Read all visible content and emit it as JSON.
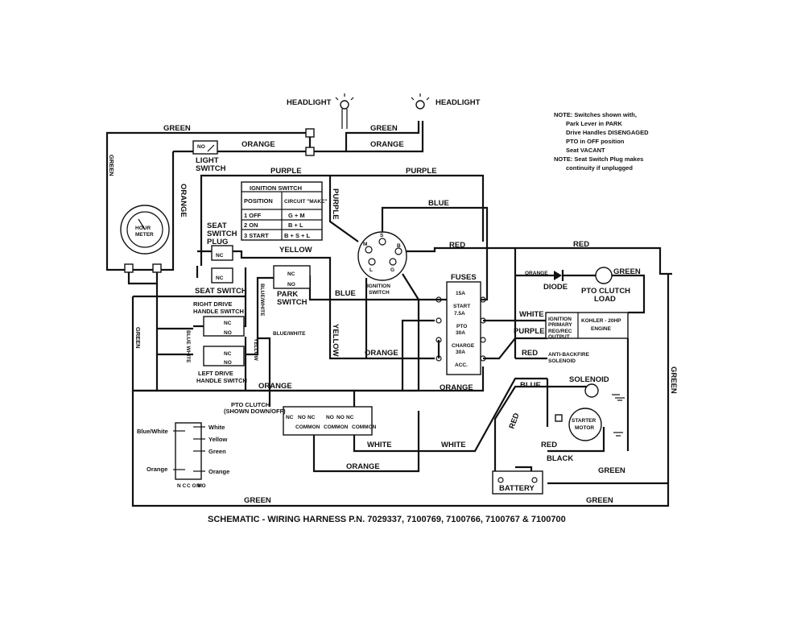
{
  "wire_labels": {
    "green_top_left": "GREEN",
    "green_top_mid": "GREEN",
    "orange_top_left": "ORANGE",
    "orange_top_mid": "ORANGE",
    "green_left_vert": "GREEN",
    "orange_left_vert": "ORANGE",
    "purple_top_1": "PURPLE",
    "purple_top_2": "PURPLE",
    "purple_vert": "PURPLE",
    "blue_top": "BLUE",
    "red_mid": "RED",
    "red_top_right": "RED",
    "yellow_seat": "YELLOW",
    "blue_park": "BLUE",
    "blue_white_vert": "BLUE/WHITE",
    "blue_white_left": "BLUE\nWHITE",
    "yellow_vert_left": "YELLOW",
    "blue_white_mid": "BLUE/WHITE",
    "yellow_vert_mid": "YELLOW",
    "green_left_mid": "GREEN",
    "orange_fuse": "ORANGE",
    "orange_bottom_1": "ORANGE",
    "orange_bottom_2": "ORANGE",
    "white_bottom_1": "WHITE",
    "white_bottom_2": "WHITE",
    "orange_bottom_3": "ORANGE",
    "green_bottom": "GREEN",
    "green_bottom_right": "GREEN",
    "green_right_vert": "GREEN",
    "orange_diode": "ORANGE",
    "green_pto": "GREEN",
    "white_ign": "WHITE",
    "purple_reg": "PURPLE",
    "red_backfire": "RED",
    "blue_solenoid": "BLUE",
    "red_diag": "RED",
    "red_battery": "RED",
    "black_battery": "BLACK",
    "green_battery": "GREEN"
  },
  "components": {
    "headlight_left": "HEADLIGHT",
    "headlight_right": "HEADLIGHT",
    "light_switch": [
      "LIGHT",
      "SWITCH"
    ],
    "no_label": "NO",
    "nc_label": "NC",
    "hour_meter": [
      "HOUR",
      "METER"
    ],
    "seat_switch_plug": [
      "SEAT",
      "SWITCH",
      "PLUG"
    ],
    "seat_switch": "SEAT SWITCH",
    "park_switch": [
      "PARK",
      "SWITCH"
    ],
    "right_drive": [
      "RIGHT DRIVE",
      "HANDLE SWITCH"
    ],
    "left_drive": [
      "LEFT DRIVE",
      "HANDLE SWITCH"
    ],
    "ignition_switch": [
      "IGNITION",
      "SWITCH"
    ],
    "ign_terminals": [
      "S",
      "B",
      "L",
      "G",
      "M"
    ],
    "fuses_title": "FUSES",
    "fuses": [
      [
        "15A",
        "START"
      ],
      [
        "7.5A",
        "PTO"
      ],
      [
        "30A",
        "CHARGE"
      ],
      [
        "30A",
        "ACC."
      ]
    ],
    "diode": "DIODE",
    "pto_clutch_load": [
      "PTO CLUTCH",
      "LOAD"
    ],
    "engine_ign": [
      "IGNITION",
      "PRIMARY"
    ],
    "engine_reg": [
      "REG/REC",
      "OUTPUT"
    ],
    "engine_name": [
      "KOHLER - 20HP",
      "ENGINE"
    ],
    "anti_backfire": [
      "ANTI-BACKFIRE",
      "SOLENOID"
    ],
    "solenoid": "SOLENOID",
    "starter_motor": [
      "STARTER",
      "MOTOR"
    ],
    "battery": "BATTERY",
    "pto_clutch_switch": [
      "PTO CLUTCH",
      "(SHOWN DOWN/OFF)"
    ],
    "pto_contacts": [
      "NC",
      "NO",
      "NC",
      "NO",
      "NO",
      "NC"
    ],
    "pto_sub_labels": [
      "COMMON",
      "COMMON",
      "COMMON"
    ],
    "legend_left": [
      "Blue/White",
      "Orange"
    ],
    "legend_right": [
      "White",
      "Yellow",
      "Green",
      "Orange"
    ],
    "legend_bottom": [
      "N\nC",
      "C\nO\nM",
      "N\nO"
    ]
  },
  "ignition_table": {
    "title": "IGNITION SWITCH",
    "headers": [
      "POSITION",
      "CIRCUIT \"MAKE\""
    ],
    "rows": [
      [
        "1  OFF",
        "G + M"
      ],
      [
        "2  ON",
        "B + L"
      ],
      [
        "3  START",
        "B + S + L"
      ]
    ]
  },
  "notes": [
    "NOTE: Switches shown with,",
    "Park Lever in PARK",
    "Drive Handles DISENGAGED",
    "PTO in OFF position",
    "Seat VACANT",
    "NOTE: Seat Switch Plug makes",
    "continuity if unplugged"
  ],
  "caption": "SCHEMATIC - WIRING HARNESS P.N. 7029337, 7100769, 7100766, 7100767 & 7100700"
}
